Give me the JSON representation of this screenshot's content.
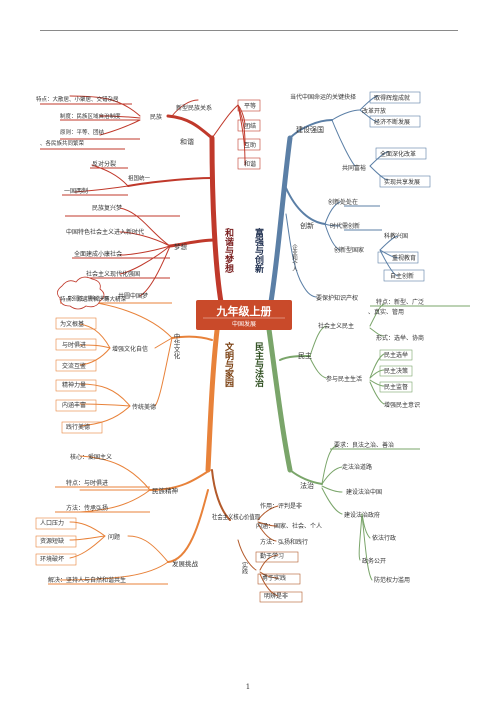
{
  "center": {
    "title": "九年级上册",
    "subtitle": "中国发展"
  },
  "page_number": "1",
  "colors": {
    "red": "#c0392b",
    "orange": "#e8823a",
    "blue": "#5b7fa6",
    "green": "#7aa56a",
    "brown": "#b35a2b",
    "frame": "#3a3a3a"
  },
  "main": {
    "hexie": "和谐与梦想",
    "fuqiang": "富强与创新",
    "wenming": "文明与家园",
    "minzhu": "民主与法治"
  },
  "hexie": {
    "minzu": {
      "label": "民族",
      "relation": "新型民族关系",
      "features": "特点：大散居、小聚居、交错杂居",
      "system": "制度：民族区域自治制度",
      "principle_1": "原则：平等、团结",
      "principle_2": "、各民族共同繁荣",
      "ping_deng": "平等",
      "tuan_jie": "团结",
      "hu_zhu": "互助",
      "he_xie": "和谐"
    },
    "he_ping": "和谐",
    "tongyi": {
      "label": "祖国统一",
      "anti": "反对分裂",
      "yiguo": "一国两制"
    },
    "dream": {
      "label": "梦想",
      "revival": "民族复兴梦",
      "new_era": "中国特色社会主义进入新时代",
      "xiaokang": "全面建成小康社会",
      "modern": "社会主义现代化强国",
      "common": "共圆中国梦",
      "cloud": "富强民主文明和谐美丽"
    }
  },
  "fuqiang": {
    "key_choice": "当代中国命运的关键抉择",
    "jianshe": "建设强国",
    "gaige": "改革开放",
    "great": "取得辉煌成就",
    "develop": "经济不断发展",
    "gongtong": "共同富裕",
    "deepen": "全面深化改革",
    "share": "实现共享发展",
    "chuangxin": "创新",
    "world": "创新处处在",
    "era": "时代需创新",
    "country": "创新型国家",
    "science": "科教兴国",
    "education": "重视教育",
    "self": "自主创新",
    "qiye": "企业和个人",
    "protect": "要保护知识产权"
  },
  "wenming": {
    "zhonghua": "中华文化",
    "features": "特点：源远流长、博大精深",
    "zixin": "增强文化自信",
    "gen": "为文根基",
    "yushi": "与时俱进",
    "jiaoliu": "交流互鉴",
    "chuantong": "传统美德",
    "jingshen_li": "精神力量",
    "neihan": "内涵丰富",
    "jianxing": "践行美德",
    "minzu_jingshen": "民族精神",
    "core": "核心：爱国主义",
    "tedian": "特点：与时俱进",
    "fangfa": "方法：传承弘扬",
    "fazhan": "发展挑战",
    "wenti": "问题",
    "renkou": "人口压力",
    "ziyuan": "资源短缺",
    "huanjing": "环境破坏",
    "jiejue": "解决：坚持人与自然和谐共生",
    "hexin_jiazhi": "社会主义核心价值观",
    "zuoyong": "作用：评判是非",
    "neirong": "内涵：国家、社会、个人",
    "method": "方法：弘扬和践行",
    "shijian": "实践",
    "xuexi": "勤于学习",
    "yongyu": "勇于实践",
    "mingbian": "明辨是非"
  },
  "minzhu": {
    "label": "民主",
    "shehui": "社会主义民主",
    "tedian": "特点：新型、广泛",
    "tedian_2": "、真实、管用",
    "xingshi": "形式：选举、协商",
    "canyu": "参与民主生活",
    "xuanju": "民主选举",
    "juece": "民主决策",
    "jiandu": "民主监督",
    "yishi": "增强民主意识",
    "fazhi": "法治",
    "require": "要求：良法之治、善治",
    "daolu": "走法治道路",
    "zhongguo": "建设法治中国",
    "zhengfu": "建设法治政府",
    "yifa": "依法行政",
    "gongkai": "政务公开",
    "quanli": "防范权力滥用"
  }
}
